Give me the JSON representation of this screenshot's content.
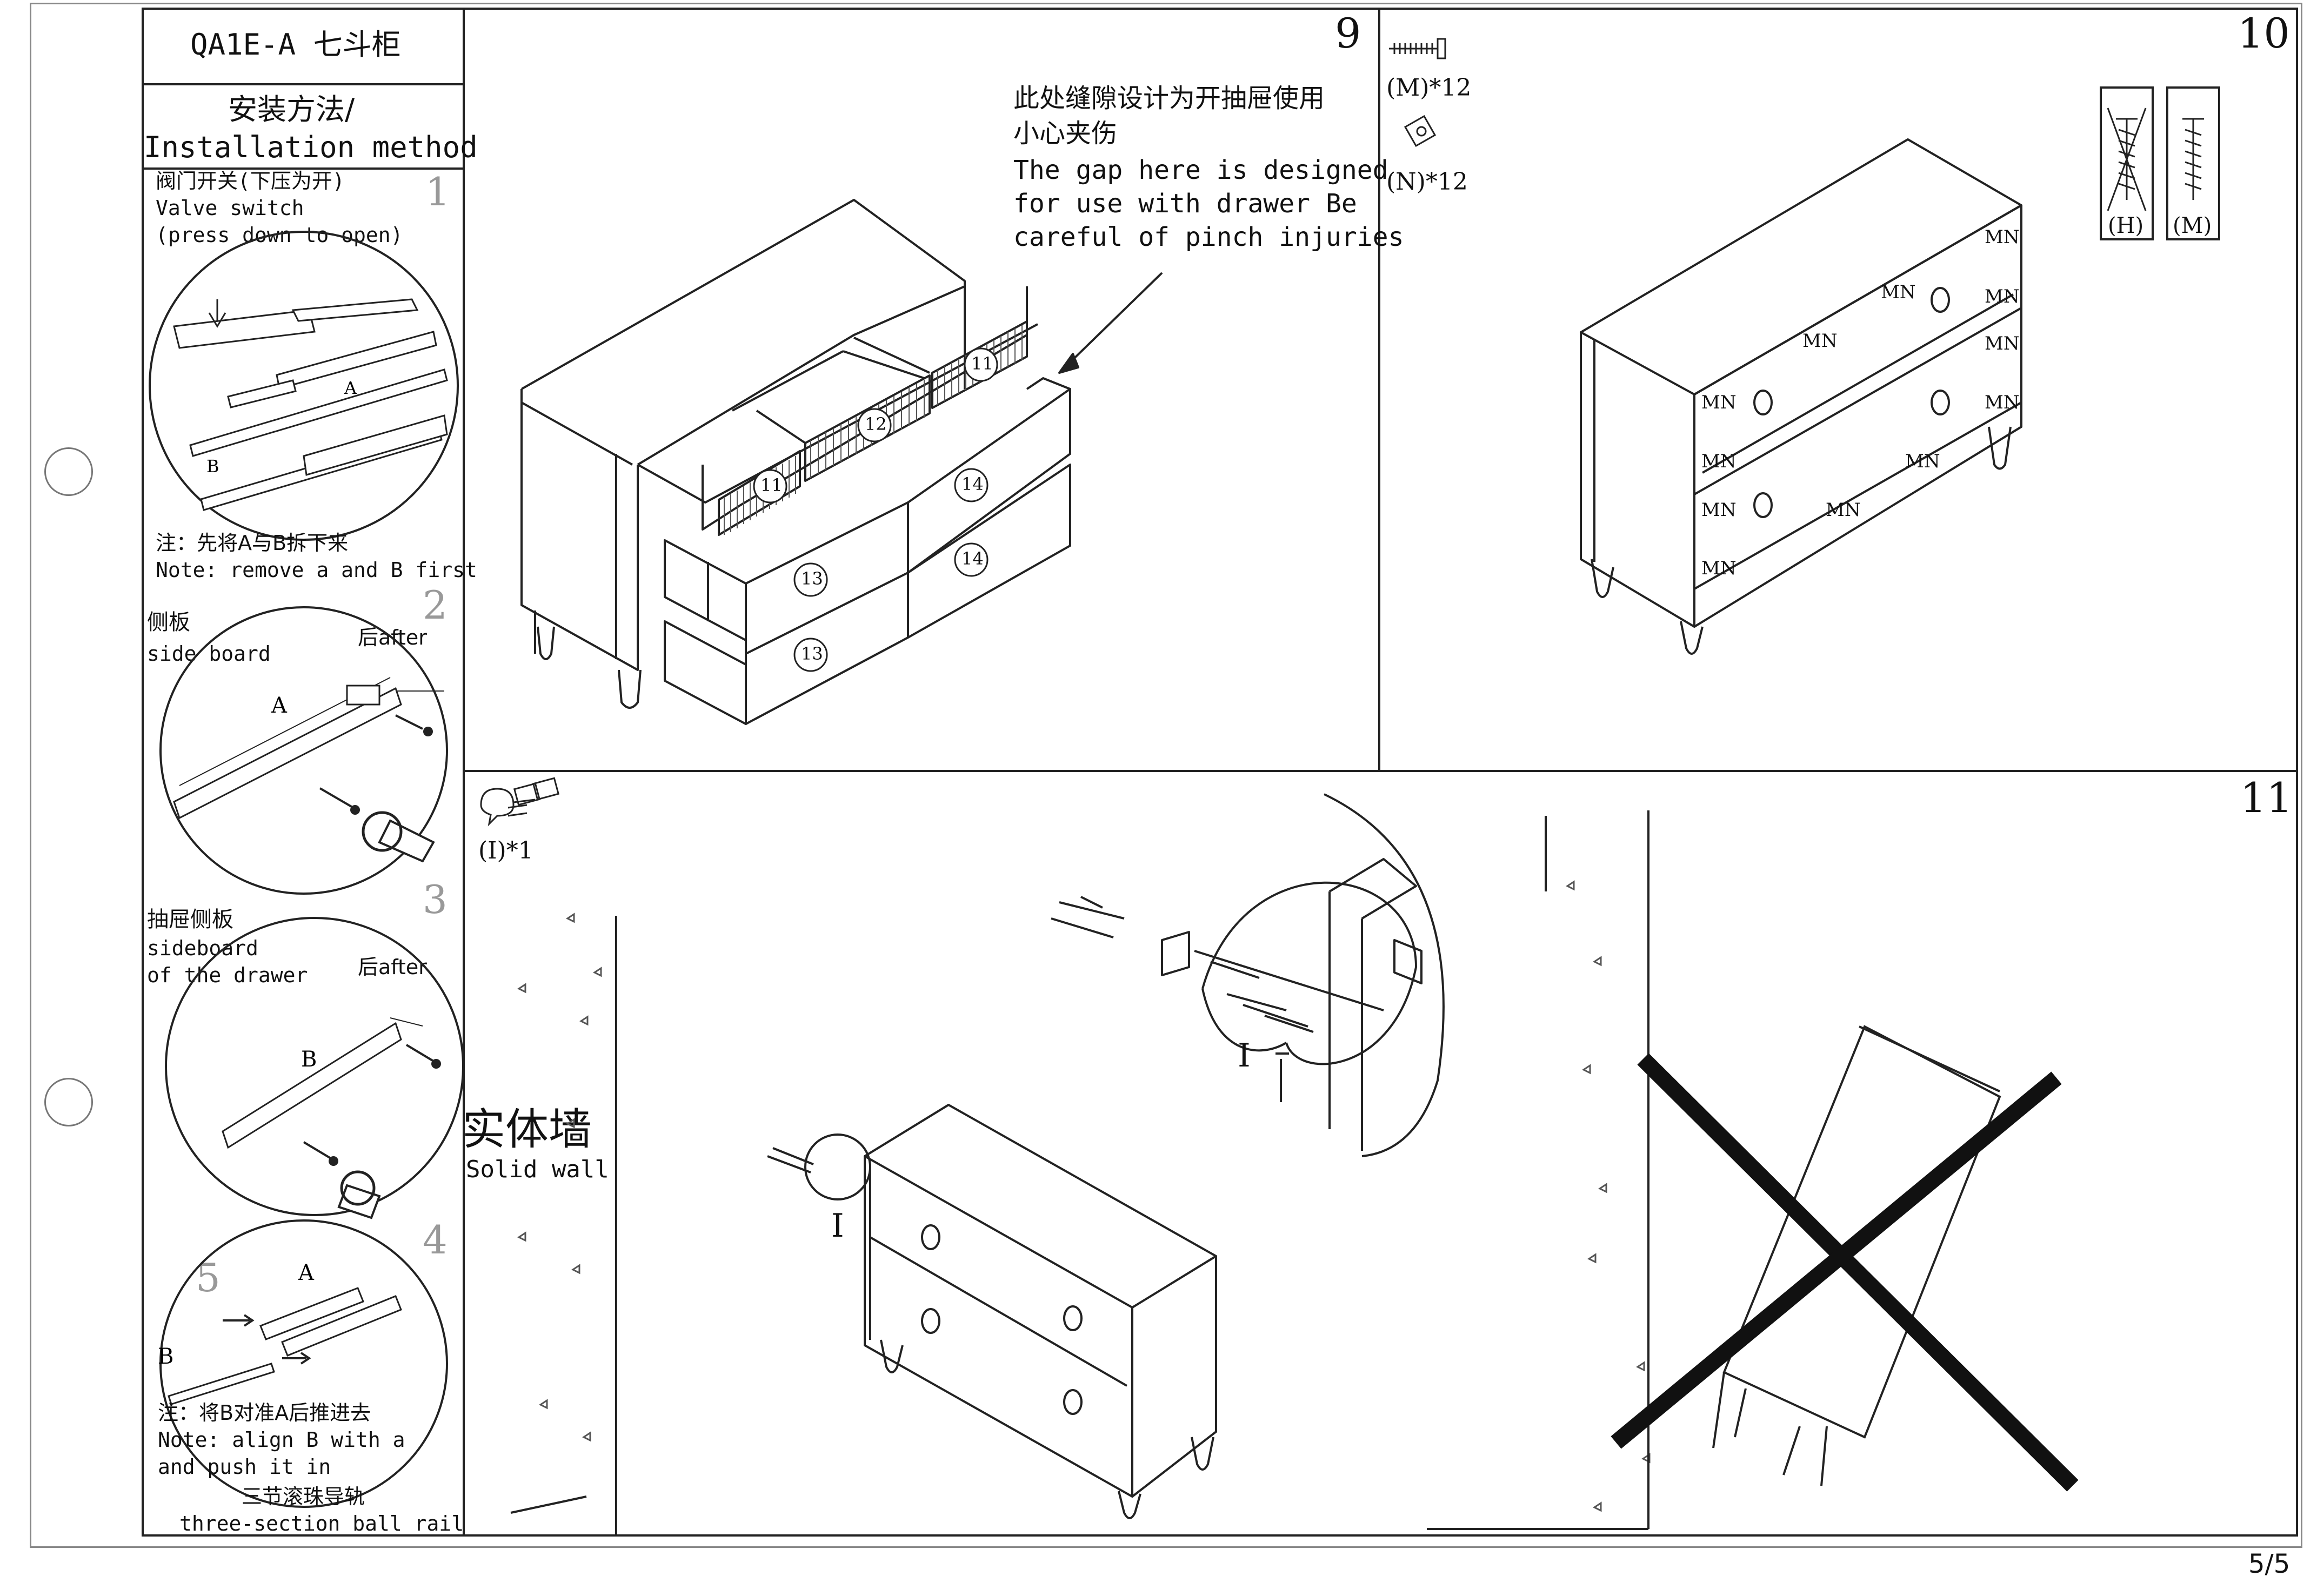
{
  "sidebar": {
    "title": "QA1E-A 七斗柜",
    "heading_cn": "安装方法/",
    "heading_en": "Installation method",
    "steps": [
      {
        "num": "1",
        "lines": [
          "阀门开关(下压为开)",
          "Valve switch",
          "(press down to open)"
        ],
        "labels": [
          "A",
          "B"
        ],
        "note_cn": "注：先将A与B拆下来",
        "note_en": "Note: remove a and B first"
      },
      {
        "num": "2",
        "lines": [
          "侧板",
          "side board"
        ],
        "after": "后after",
        "labels": [
          "A"
        ]
      },
      {
        "num": "3",
        "lines": [
          "抽屉侧板",
          "sideboard",
          "of the drawer"
        ],
        "after": "后after",
        "labels": [
          "B"
        ]
      },
      {
        "num": "4",
        "num2": "5",
        "labels": [
          "A",
          "B"
        ],
        "note_cn": "注：将B对准A后推进去",
        "note_en1": "Note: align B with a",
        "note_en2": "and push it in",
        "rail_cn": "三节滚珠导轨",
        "rail_en": "three-section ball rail"
      }
    ]
  },
  "panel9": {
    "num": "9",
    "note_cn1": "此处缝隙设计为开抽屉使用",
    "note_cn2": "小心夹伤",
    "note_en1": "The gap here is designed",
    "note_en2": "for use with drawer Be",
    "note_en3": "careful of pinch injuries",
    "callouts": [
      "11",
      "12",
      "11",
      "13",
      "14",
      "14",
      "13"
    ]
  },
  "panel10": {
    "num": "10",
    "parts": [
      {
        "label": "(M)*12"
      },
      {
        "label": "(N)*12"
      }
    ],
    "boxes": [
      "(H)",
      "(M)"
    ],
    "mn": "MN"
  },
  "panel11": {
    "num": "11",
    "part": "(I)*1",
    "label_i": "I",
    "wall_cn": "实体墙",
    "wall_en": "Solid wall"
  },
  "footer": {
    "page": "5/5"
  }
}
